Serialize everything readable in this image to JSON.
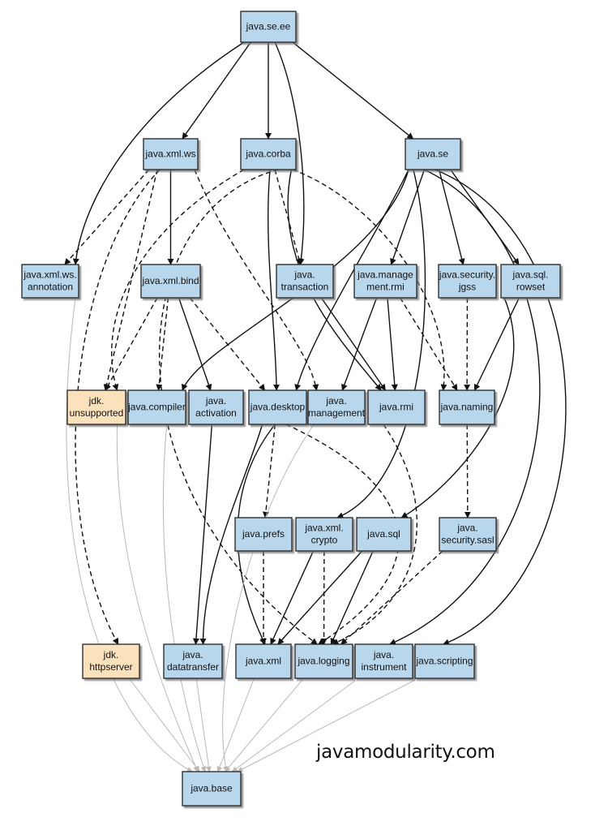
{
  "colors": {
    "platform_fill": "#b9d7ec",
    "jdk_fill": "#fbe1bc",
    "edge_strong": "#111111",
    "edge_base": "#b9b9b9"
  },
  "legend_note": "javamodularity.com",
  "nodes": [
    {
      "id": "java.se.ee",
      "lines": [
        "java.se.ee"
      ],
      "kind": "platform"
    },
    {
      "id": "java.xml.ws",
      "lines": [
        "java.xml.ws"
      ],
      "kind": "platform"
    },
    {
      "id": "java.corba",
      "lines": [
        "java.corba"
      ],
      "kind": "platform"
    },
    {
      "id": "java.se",
      "lines": [
        "java.se"
      ],
      "kind": "platform"
    },
    {
      "id": "java.xml.ws.annotation",
      "lines": [
        "java.xml.ws.",
        "annotation"
      ],
      "kind": "platform"
    },
    {
      "id": "java.xml.bind",
      "lines": [
        "java.xml.bind"
      ],
      "kind": "platform"
    },
    {
      "id": "java.transaction",
      "lines": [
        "java.",
        "transaction"
      ],
      "kind": "platform"
    },
    {
      "id": "java.management.rmi",
      "lines": [
        "java.manage",
        "ment.rmi"
      ],
      "kind": "platform"
    },
    {
      "id": "java.security.jgss",
      "lines": [
        "java.security.",
        "jgss"
      ],
      "kind": "platform"
    },
    {
      "id": "java.sql.rowset",
      "lines": [
        "java.sql.",
        "rowset"
      ],
      "kind": "platform"
    },
    {
      "id": "jdk.unsupported",
      "lines": [
        "jdk.",
        "unsupported"
      ],
      "kind": "jdk"
    },
    {
      "id": "java.compiler",
      "lines": [
        "java.compiler"
      ],
      "kind": "platform"
    },
    {
      "id": "java.activation",
      "lines": [
        "java.",
        "activation"
      ],
      "kind": "platform"
    },
    {
      "id": "java.desktop",
      "lines": [
        "java.desktop"
      ],
      "kind": "platform"
    },
    {
      "id": "java.management",
      "lines": [
        "java.",
        "management"
      ],
      "kind": "platform"
    },
    {
      "id": "java.rmi",
      "lines": [
        "java.rmi"
      ],
      "kind": "platform"
    },
    {
      "id": "java.naming",
      "lines": [
        "java.naming"
      ],
      "kind": "platform"
    },
    {
      "id": "java.prefs",
      "lines": [
        "java.prefs"
      ],
      "kind": "platform"
    },
    {
      "id": "java.xml.crypto",
      "lines": [
        "java.xml.",
        "crypto"
      ],
      "kind": "platform"
    },
    {
      "id": "java.sql",
      "lines": [
        "java.sql"
      ],
      "kind": "platform"
    },
    {
      "id": "java.security.sasl",
      "lines": [
        "java.",
        "security.sasl"
      ],
      "kind": "platform"
    },
    {
      "id": "jdk.httpserver",
      "lines": [
        "jdk.",
        "httpserver"
      ],
      "kind": "jdk"
    },
    {
      "id": "java.datatransfer",
      "lines": [
        "java.",
        "datatransfer"
      ],
      "kind": "platform"
    },
    {
      "id": "java.xml",
      "lines": [
        "java.xml"
      ],
      "kind": "platform"
    },
    {
      "id": "java.logging",
      "lines": [
        "java.logging"
      ],
      "kind": "platform"
    },
    {
      "id": "java.instrument",
      "lines": [
        "java.",
        "instrument"
      ],
      "kind": "platform"
    },
    {
      "id": "java.scripting",
      "lines": [
        "java.scripting"
      ],
      "kind": "platform"
    },
    {
      "id": "java.base",
      "lines": [
        "java.base"
      ],
      "kind": "platform"
    }
  ],
  "edges": [
    {
      "from": "java.se.ee",
      "to": "java.xml.ws",
      "style": "solid"
    },
    {
      "from": "java.se.ee",
      "to": "java.corba",
      "style": "solid"
    },
    {
      "from": "java.se.ee",
      "to": "java.se",
      "style": "solid"
    },
    {
      "from": "java.se.ee",
      "to": "java.xml.ws.annotation",
      "style": "solid"
    },
    {
      "from": "java.se.ee",
      "to": "java.transaction",
      "style": "solid"
    },
    {
      "from": "java.xml.ws",
      "to": "java.xml.ws.annotation",
      "style": "dashed"
    },
    {
      "from": "java.xml.ws",
      "to": "java.xml.bind",
      "style": "solid"
    },
    {
      "from": "java.xml.ws",
      "to": "jdk.unsupported",
      "style": "dashed"
    },
    {
      "from": "java.xml.ws",
      "to": "jdk.httpserver",
      "style": "dashed"
    },
    {
      "from": "java.xml.ws",
      "to": "java.management",
      "style": "dashed"
    },
    {
      "from": "java.corba",
      "to": "java.transaction",
      "style": "dashed"
    },
    {
      "from": "java.corba",
      "to": "java.desktop",
      "style": "solid"
    },
    {
      "from": "java.corba",
      "to": "java.rmi",
      "style": "solid"
    },
    {
      "from": "java.corba",
      "to": "jdk.unsupported",
      "style": "dashed"
    },
    {
      "from": "java.corba",
      "to": "java.naming",
      "style": "dashed"
    },
    {
      "from": "java.corba",
      "to": "java.logging",
      "style": "dashed"
    },
    {
      "from": "java.se",
      "to": "java.management.rmi",
      "style": "solid"
    },
    {
      "from": "java.se",
      "to": "java.security.jgss",
      "style": "solid"
    },
    {
      "from": "java.se",
      "to": "java.sql.rowset",
      "style": "solid"
    },
    {
      "from": "java.se",
      "to": "java.compiler",
      "style": "solid"
    },
    {
      "from": "java.se",
      "to": "java.desktop",
      "style": "solid"
    },
    {
      "from": "java.se",
      "to": "java.xml.crypto",
      "style": "solid"
    },
    {
      "from": "java.se",
      "to": "java.instrument",
      "style": "solid"
    },
    {
      "from": "java.se",
      "to": "java.scripting",
      "style": "solid"
    },
    {
      "from": "java.xml.bind",
      "to": "jdk.unsupported",
      "style": "dashed"
    },
    {
      "from": "java.xml.bind",
      "to": "java.compiler",
      "style": "dashed"
    },
    {
      "from": "java.xml.bind",
      "to": "java.activation",
      "style": "solid"
    },
    {
      "from": "java.xml.bind",
      "to": "java.desktop",
      "style": "dashed"
    },
    {
      "from": "java.transaction",
      "to": "java.rmi",
      "style": "solid"
    },
    {
      "from": "java.management.rmi",
      "to": "java.management",
      "style": "solid"
    },
    {
      "from": "java.management.rmi",
      "to": "java.rmi",
      "style": "solid"
    },
    {
      "from": "java.management.rmi",
      "to": "java.naming",
      "style": "dashed"
    },
    {
      "from": "java.security.jgss",
      "to": "java.naming",
      "style": "dashed"
    },
    {
      "from": "java.sql.rowset",
      "to": "java.naming",
      "style": "solid"
    },
    {
      "from": "java.sql.rowset",
      "to": "java.sql",
      "style": "solid"
    },
    {
      "from": "java.activation",
      "to": "java.datatransfer",
      "style": "solid"
    },
    {
      "from": "java.desktop",
      "to": "java.prefs",
      "style": "dashed"
    },
    {
      "from": "java.desktop",
      "to": "java.datatransfer",
      "style": "solid"
    },
    {
      "from": "java.desktop",
      "to": "java.xml",
      "style": "solid"
    },
    {
      "from": "java.desktop",
      "to": "java.logging",
      "style": "dashed"
    },
    {
      "from": "java.rmi",
      "to": "java.logging",
      "style": "dashed"
    },
    {
      "from": "java.naming",
      "to": "java.security.sasl",
      "style": "dashed"
    },
    {
      "from": "java.prefs",
      "to": "java.xml",
      "style": "dashed"
    },
    {
      "from": "java.xml.crypto",
      "to": "java.xml",
      "style": "solid"
    },
    {
      "from": "java.xml.crypto",
      "to": "java.logging",
      "style": "dashed"
    },
    {
      "from": "java.sql",
      "to": "java.xml",
      "style": "solid"
    },
    {
      "from": "java.sql",
      "to": "java.logging",
      "style": "solid"
    },
    {
      "from": "java.security.sasl",
      "to": "java.logging",
      "style": "dashed"
    },
    {
      "from": "java.xml.ws.annotation",
      "to": "java.base",
      "style": "base"
    },
    {
      "from": "jdk.unsupported",
      "to": "java.base",
      "style": "base"
    },
    {
      "from": "java.compiler",
      "to": "java.base",
      "style": "base"
    },
    {
      "from": "java.management",
      "to": "java.base",
      "style": "base"
    },
    {
      "from": "jdk.httpserver",
      "to": "java.base",
      "style": "base"
    },
    {
      "from": "java.datatransfer",
      "to": "java.base",
      "style": "base"
    },
    {
      "from": "java.xml",
      "to": "java.base",
      "style": "base"
    },
    {
      "from": "java.logging",
      "to": "java.base",
      "style": "base"
    },
    {
      "from": "java.instrument",
      "to": "java.base",
      "style": "base"
    },
    {
      "from": "java.scripting",
      "to": "java.base",
      "style": "base"
    }
  ]
}
